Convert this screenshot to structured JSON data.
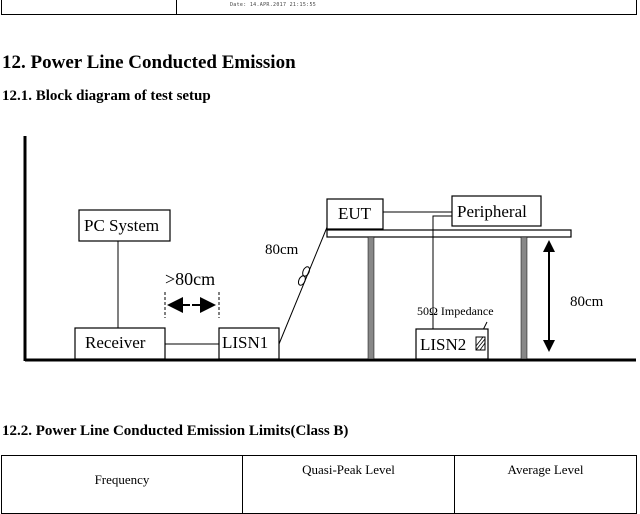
{
  "top_table": {
    "date_text": "Date: 14.APR.2017  21:15:55"
  },
  "section_12": {
    "title": "12. Power Line Conducted Emission"
  },
  "section_12_1": {
    "title": "12.1. Block diagram of test setup"
  },
  "diagram": {
    "pc_system": "PC System",
    "receiver": "Receiver",
    "lisn1": "LISN1",
    "lisn2": "LISN2",
    "eut": "EUT",
    "peripheral": "Peripheral",
    "distance_80cm_gt": ">80cm",
    "cable_80cm": "80cm",
    "height_80cm": "80cm",
    "impedance": "50Ω  Impedance"
  },
  "section_12_2": {
    "title": "12.2. Power Line Conducted Emission Limits(Class B)"
  },
  "limits_table": {
    "headers": [
      "Frequency",
      "Quasi-Peak Level",
      "Average Level"
    ]
  }
}
